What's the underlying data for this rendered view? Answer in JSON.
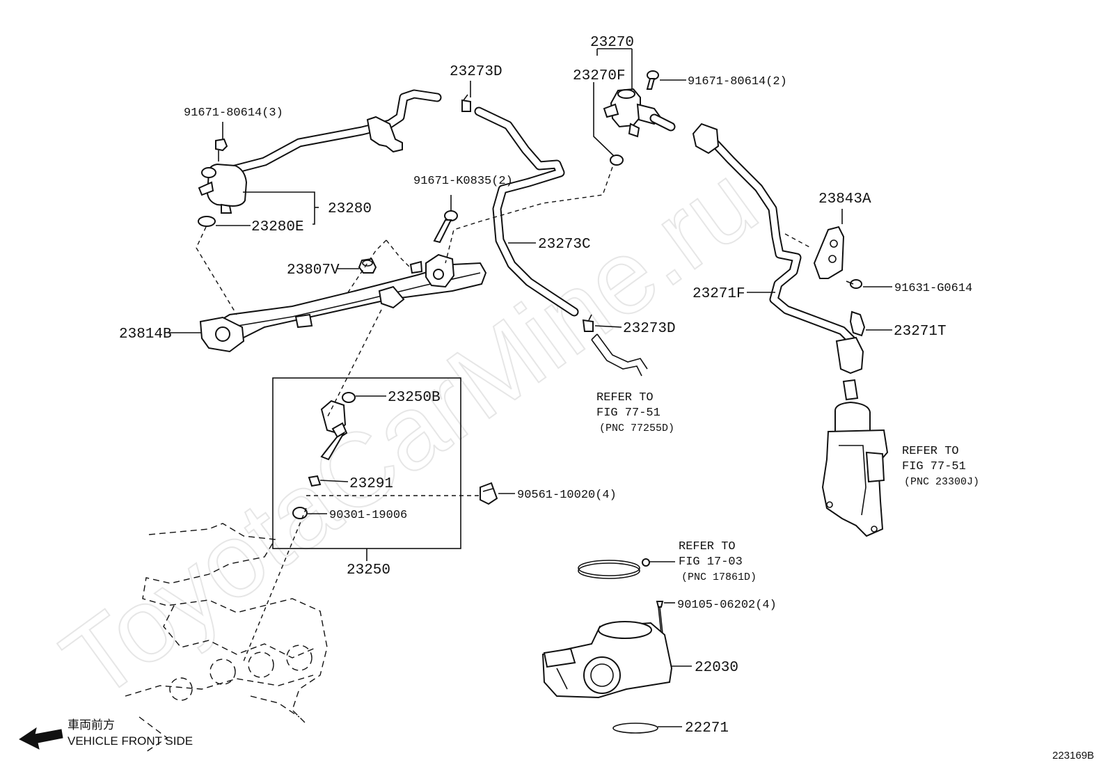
{
  "watermark": "ToyotaCarMine.ru",
  "figure_code": "223169B",
  "direction": {
    "label_jp": "車両前方",
    "label_en": "VEHICLE FRONT SIDE",
    "arrow_icon": "left-arrow-icon"
  },
  "parts": {
    "p23270": "23270",
    "p23270F": "23270F",
    "p23273D_top": "23273D",
    "p23273D_mid": "23273D",
    "p91671_80614_3": "91671-80614(3)",
    "p91671_80614_2": "91671-80614(2)",
    "p91671_K0835_2": "91671-K0835(2)",
    "p23280": "23280",
    "p23280E": "23280E",
    "p23807V": "23807V",
    "p23814B": "23814B",
    "p23273C": "23273C",
    "p23843A": "23843A",
    "p91631_G0614": "91631-G0614",
    "p23271F": "23271F",
    "p23271T": "23271T",
    "p23250B": "23250B",
    "p23291": "23291",
    "p90301_19006": "90301-19006",
    "p90561_10020_4": "90561-10020(4)",
    "p23250": "23250",
    "p90105_06202_4": "90105-06202(4)",
    "p22030": "22030",
    "p22271": "22271"
  },
  "refs": {
    "r1": {
      "line1": "REFER TO",
      "line2": "FIG 77-51",
      "line3": "(PNC 77255D)"
    },
    "r2": {
      "line1": "REFER TO",
      "line2": "FIG 77-51",
      "line3": "(PNC 23300J)"
    },
    "r3": {
      "line1": "REFER TO",
      "line2": "FIG 17-03",
      "line3": "(PNC 17861D)"
    }
  }
}
